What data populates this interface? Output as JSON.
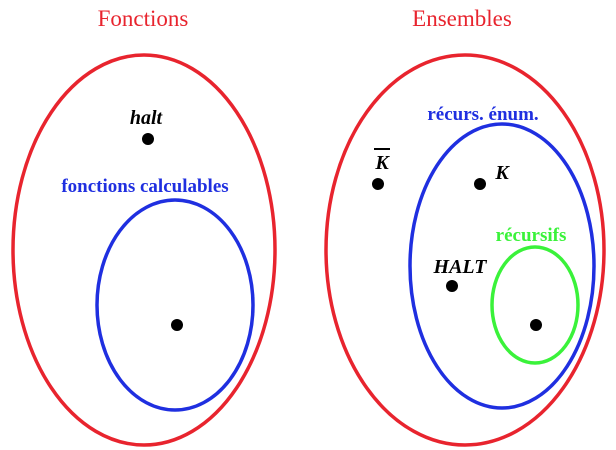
{
  "colors": {
    "outer": "#e8242e",
    "middle": "#1f2fe0",
    "inner": "#3af23a",
    "point": "#000000"
  },
  "left_panel": {
    "title": "Fonctions",
    "point_label": "halt",
    "set_label": "fonctions calculables"
  },
  "right_panel": {
    "title": "Ensembles",
    "re_label": "récurs. énum.",
    "rec_label": "récursifs",
    "kbar_label": "K",
    "k_label": "K",
    "halt_label": "HALT"
  }
}
